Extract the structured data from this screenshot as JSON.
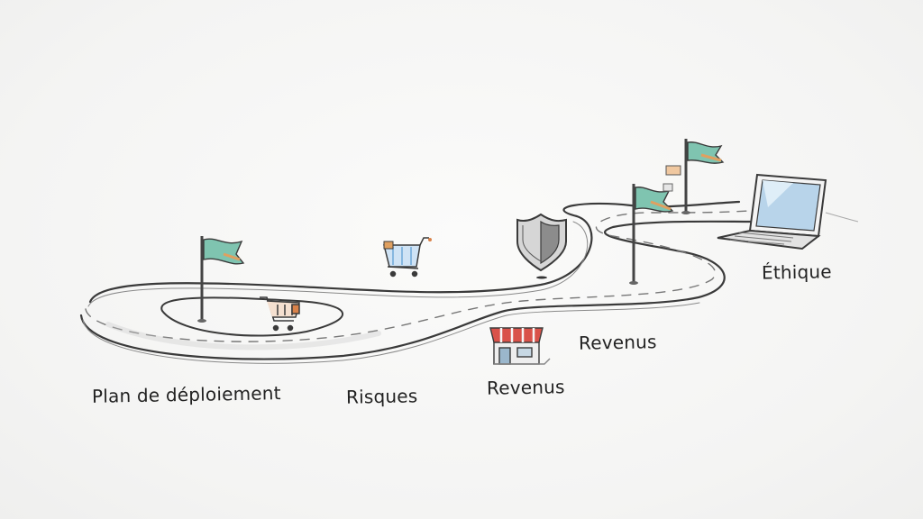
{
  "labels": {
    "plan": "Plan de déploiement",
    "risques": "Risques",
    "revenus_1": "Revenus",
    "revenus_2": "Revenus",
    "ethique": "Éthique"
  },
  "colors": {
    "flag_teal": "#7fc4b0",
    "flag_orange": "#e0a060",
    "shop_awning": "#d9524a",
    "cart_blue": "#6ea8d8",
    "ink": "#333333"
  },
  "icons": [
    "flag-icon",
    "shopping-cart-icon",
    "shield-icon",
    "storefront-icon",
    "laptop-icon",
    "small-flag-icon"
  ]
}
